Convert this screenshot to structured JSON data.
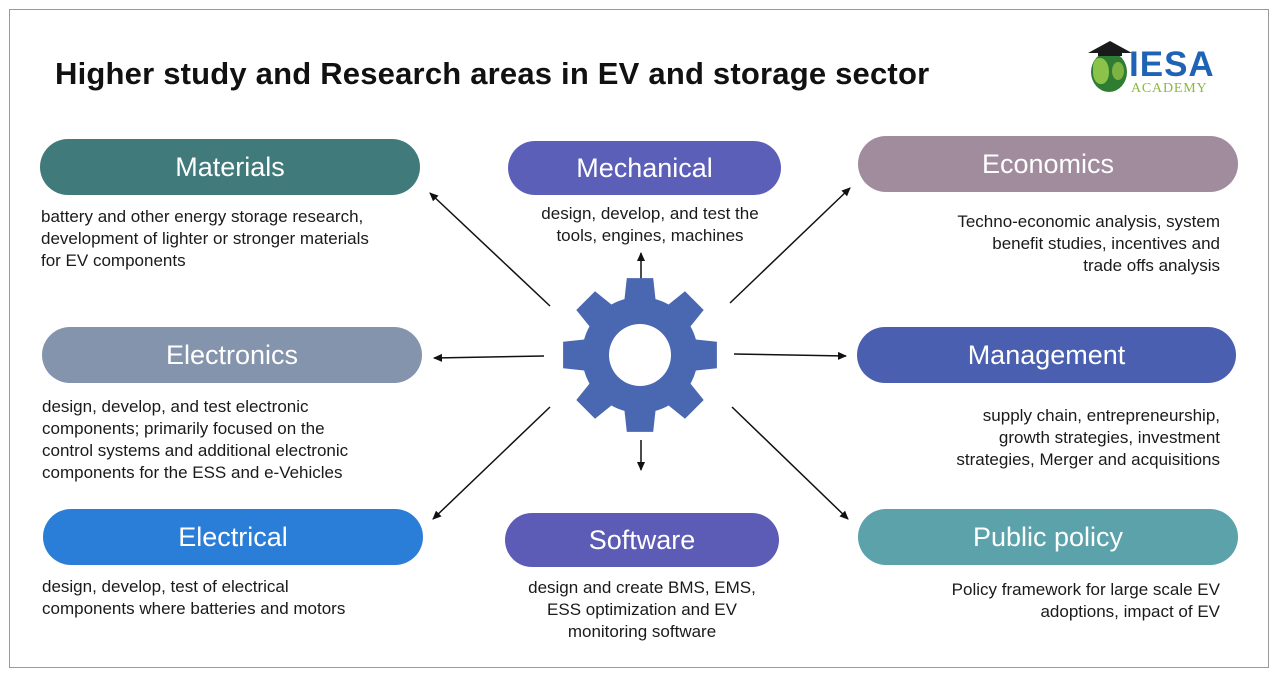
{
  "title": "Higher study and Research areas in EV and storage sector",
  "logo": {
    "name": "IESA",
    "sub": "ACADEMY"
  },
  "colors": {
    "materials": "#417a7a",
    "mechanical": "#5b5fb8",
    "economics": "#a08c9c",
    "electronics": "#8394ac",
    "management": "#4a5fb0",
    "electrical": "#2b7ed8",
    "software": "#5c5bb5",
    "public_policy": "#5ba2ab",
    "gear": "#4a68b2"
  },
  "areas": {
    "materials": {
      "label": "Materials",
      "desc": [
        "battery and other energy storage research,",
        "development of lighter or stronger materials",
        "for EV components"
      ]
    },
    "mechanical": {
      "label": "Mechanical",
      "desc": [
        "design, develop, and test the",
        "tools, engines, machines"
      ]
    },
    "economics": {
      "label": "Economics",
      "desc": [
        "Techno-economic analysis, system",
        "benefit studies, incentives and",
        "trade offs analysis"
      ]
    },
    "electronics": {
      "label": "Electronics",
      "desc": [
        "design, develop, and test electronic",
        "components; primarily focused on the",
        "control systems and additional electronic",
        "components for the ESS and e-Vehicles"
      ]
    },
    "management": {
      "label": "Management",
      "desc": [
        "supply chain, entrepreneurship,",
        "growth strategies, investment",
        "strategies, Merger and acquisitions"
      ]
    },
    "electrical": {
      "label": "Electrical",
      "desc": [
        "design, develop, test of electrical",
        "components where batteries and motors"
      ]
    },
    "software": {
      "label": "Software",
      "desc": [
        "design and create BMS, EMS,",
        "ESS optimization and EV",
        "monitoring software"
      ]
    },
    "public_policy": {
      "label": "Public policy",
      "desc": [
        "Policy framework for large scale EV",
        "adoptions, impact of EV"
      ]
    }
  }
}
